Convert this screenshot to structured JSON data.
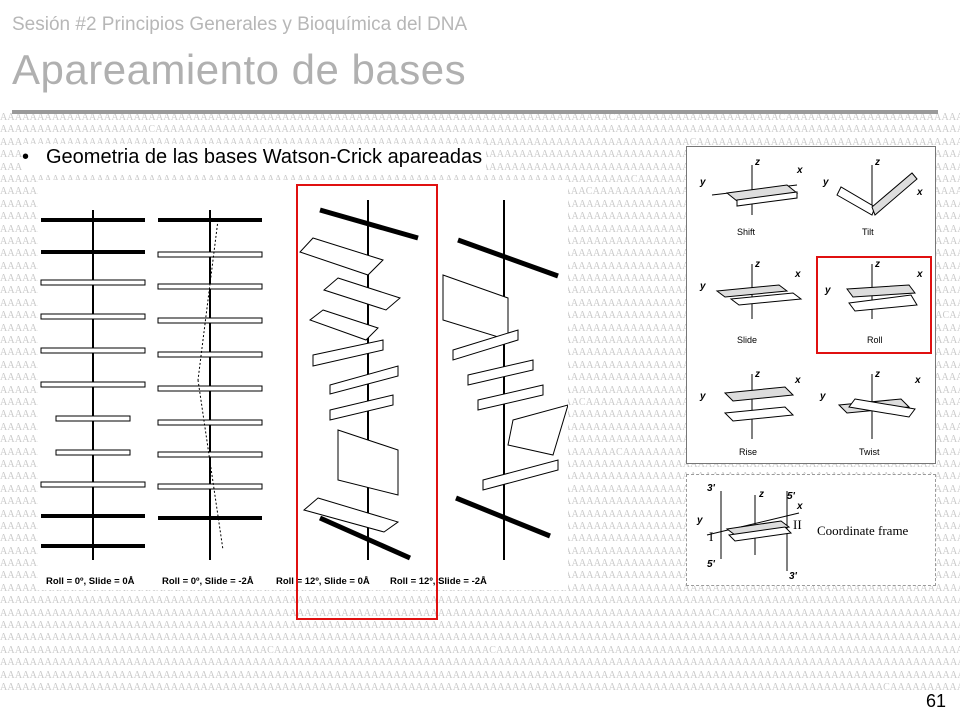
{
  "slide": {
    "subtitle": "Sesión #2 Principios Generales y Bioquímica del DNA",
    "title": "Apareamiento de bases",
    "bullet": "Geometria de las bases Watson-Crick apareadas",
    "page_number": "61"
  },
  "figure_left": {
    "captions": [
      "Roll = 0º, Slide = 0Å",
      "Roll = 0º, Slide = -2Å",
      "Roll = 12º, Slide = 0Å",
      "Roll = 12º, Slide = -2Å"
    ]
  },
  "figure_right": {
    "panels": [
      "Shift",
      "Tilt",
      "Slide",
      "Roll",
      "Rise",
      "Twist"
    ],
    "axes": {
      "x": "x",
      "y": "y",
      "z": "z"
    },
    "coordinate_frame": {
      "label": "Coordinate frame",
      "strand_labels": [
        "3'",
        "5'",
        "5'",
        "3'"
      ],
      "numerals": [
        "I",
        "II"
      ]
    }
  },
  "colors": {
    "highlight": "#e01010",
    "title_gray": "#b0b0b0",
    "background_sequence": "#c9c9c9"
  }
}
